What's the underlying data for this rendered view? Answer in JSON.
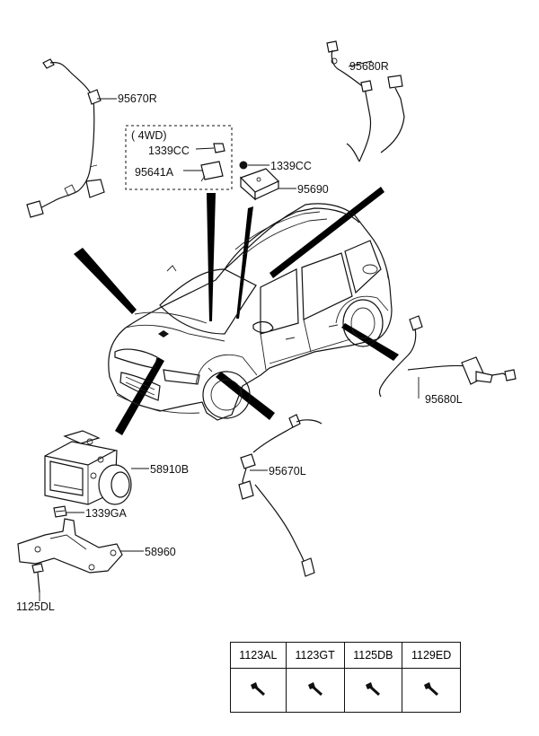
{
  "labels": {
    "p95670R": "95670R",
    "p95680R": "95680R",
    "p4wd": "( 4WD)",
    "p1339CC_a": "1339CC",
    "p95641A": "95641A",
    "p1339CC_b": "1339CC",
    "p95690": "95690",
    "p95680L": "95680L",
    "p58910B": "58910B",
    "p95670L": "95670L",
    "p1339GA": "1339GA",
    "p58960": "58960",
    "p1125DL": "1125DL"
  },
  "legend": {
    "headers": [
      "1123AL",
      "1123GT",
      "1125DB",
      "1129ED"
    ]
  },
  "icons": {
    "bolt": "bolt-icon"
  }
}
